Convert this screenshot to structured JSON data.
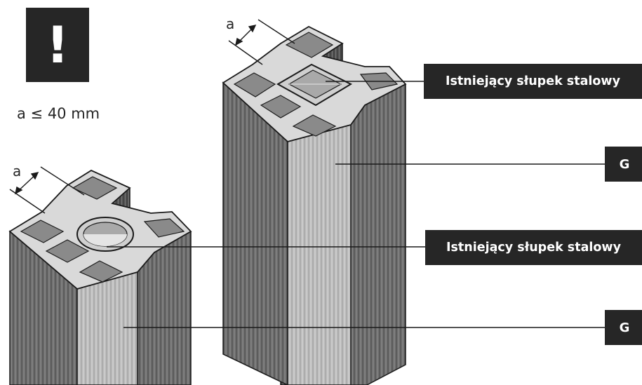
{
  "warning": {
    "icon": "exclamation-icon",
    "glyph": "!"
  },
  "note": "a ≤ 40 mm",
  "dimension_label": "a",
  "callouts": {
    "top_steel_post": "Istniejący słupek stalowy",
    "top_g": "G",
    "bottom_steel_post": "Istniejący słupek stalowy",
    "bottom_g": "G"
  },
  "colors": {
    "label_background": "#262626",
    "label_text": "#ffffff",
    "profile_face": "#6e6e6e",
    "profile_light": "#d9d9d9",
    "outline": "#1a1a1a"
  }
}
